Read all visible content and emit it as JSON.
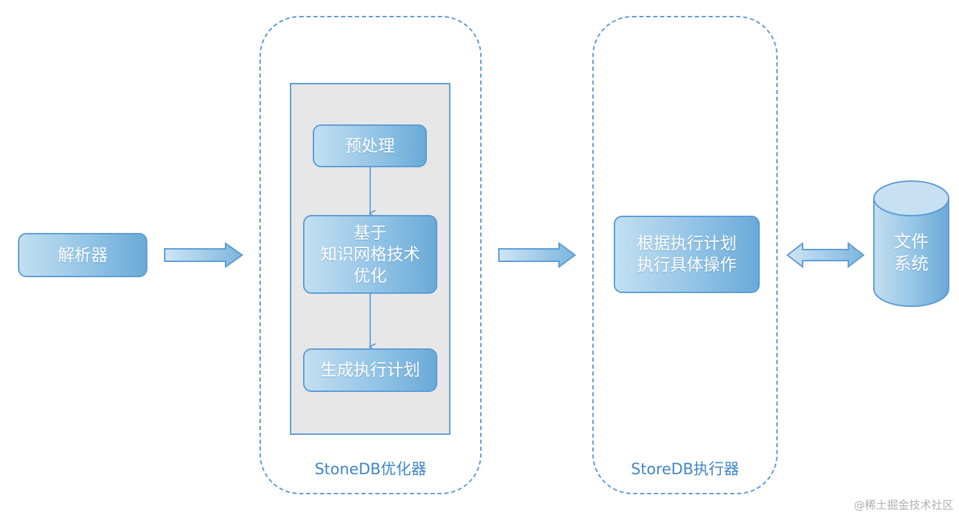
{
  "nodes": {
    "parser": "解析器",
    "preprocess": "预处理",
    "knowledge_grid": [
      "基于",
      "知识网格技术",
      "优化"
    ],
    "gen_plan": "生成执行计划",
    "executor": [
      "根据执行计划",
      "执行具体操作"
    ],
    "filesystem": [
      "文件",
      "系统"
    ]
  },
  "groups": {
    "optimizer_label": "StoneDB优化器",
    "executor_label": "StoreDB执行器"
  },
  "watermark": "@稀土掘金技术社区",
  "colors": {
    "accent": "#5b9bd5",
    "node_light": "#c3dff1",
    "node_dark": "#6aaad8",
    "panel": "#e7e7e7",
    "label": "#3f86c8"
  }
}
